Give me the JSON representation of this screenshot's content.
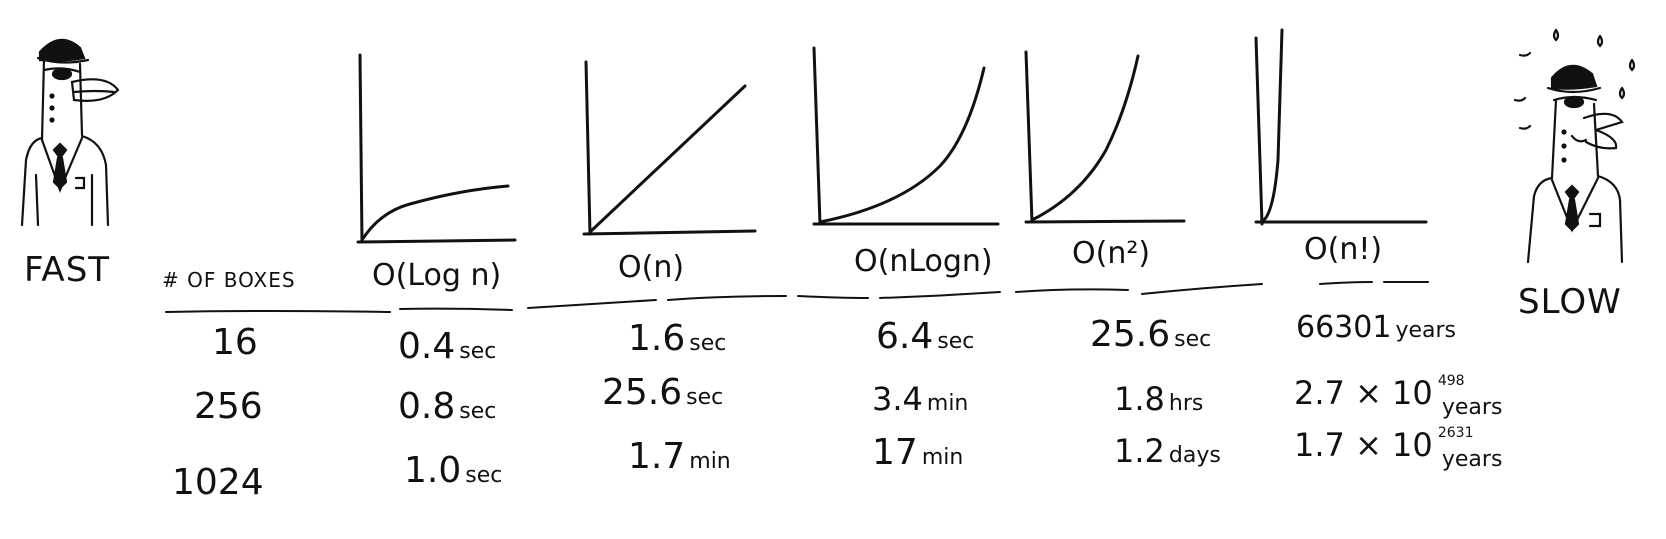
{
  "labels": {
    "fast": "FAST",
    "slow": "SLOW",
    "boxes_header": "# OF BOXES"
  },
  "columns": [
    {
      "label": "O(Log n)"
    },
    {
      "label": "O(n)"
    },
    {
      "label": "O(nLogn)"
    },
    {
      "label": "O(n²)"
    },
    {
      "label": "O(n!)"
    }
  ],
  "rows": [
    {
      "boxes": "16",
      "cells": [
        {
          "value": "0.4",
          "unit": "sec"
        },
        {
          "value": "1.6",
          "unit": "sec"
        },
        {
          "value": "6.4",
          "unit": "sec"
        },
        {
          "value": "25.6",
          "unit": "sec"
        },
        {
          "value": "66301",
          "unit": "years",
          "exp": ""
        }
      ]
    },
    {
      "boxes": "256",
      "cells": [
        {
          "value": "0.8",
          "unit": "sec"
        },
        {
          "value": "25.6",
          "unit": "sec"
        },
        {
          "value": "3.4",
          "unit": "min"
        },
        {
          "value": "1.8",
          "unit": "hrs"
        },
        {
          "value": "2.7 × 10",
          "unit": "years",
          "exp": "498"
        }
      ]
    },
    {
      "boxes": "1024",
      "cells": [
        {
          "value": "1.0",
          "unit": "sec"
        },
        {
          "value": "1.7",
          "unit": "min"
        },
        {
          "value": "17",
          "unit": "min"
        },
        {
          "value": "1.2",
          "unit": "days"
        },
        {
          "value": "1.7 × 10",
          "unit": "years",
          "exp": "2631"
        }
      ]
    }
  ],
  "ink_color": "#111111"
}
